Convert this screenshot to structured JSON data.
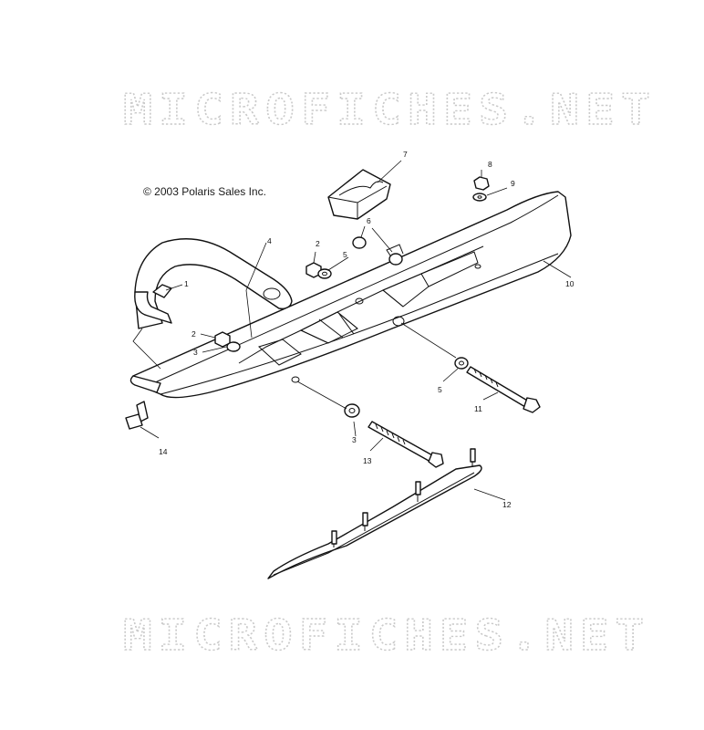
{
  "watermark_top": "MICROFICHES.NET",
  "watermark_bottom": "MICROFICHES.NET",
  "copyright": "© 2003 Polaris Sales Inc.",
  "callouts": [
    {
      "label": "1"
    },
    {
      "label": "2"
    },
    {
      "label": "2"
    },
    {
      "label": "3"
    },
    {
      "label": "3"
    },
    {
      "label": "4"
    },
    {
      "label": "5"
    },
    {
      "label": "5"
    },
    {
      "label": "6"
    },
    {
      "label": "7"
    },
    {
      "label": "8"
    },
    {
      "label": "9"
    },
    {
      "label": "10"
    },
    {
      "label": "11"
    },
    {
      "label": "12"
    },
    {
      "label": "13"
    },
    {
      "label": "14"
    }
  ]
}
